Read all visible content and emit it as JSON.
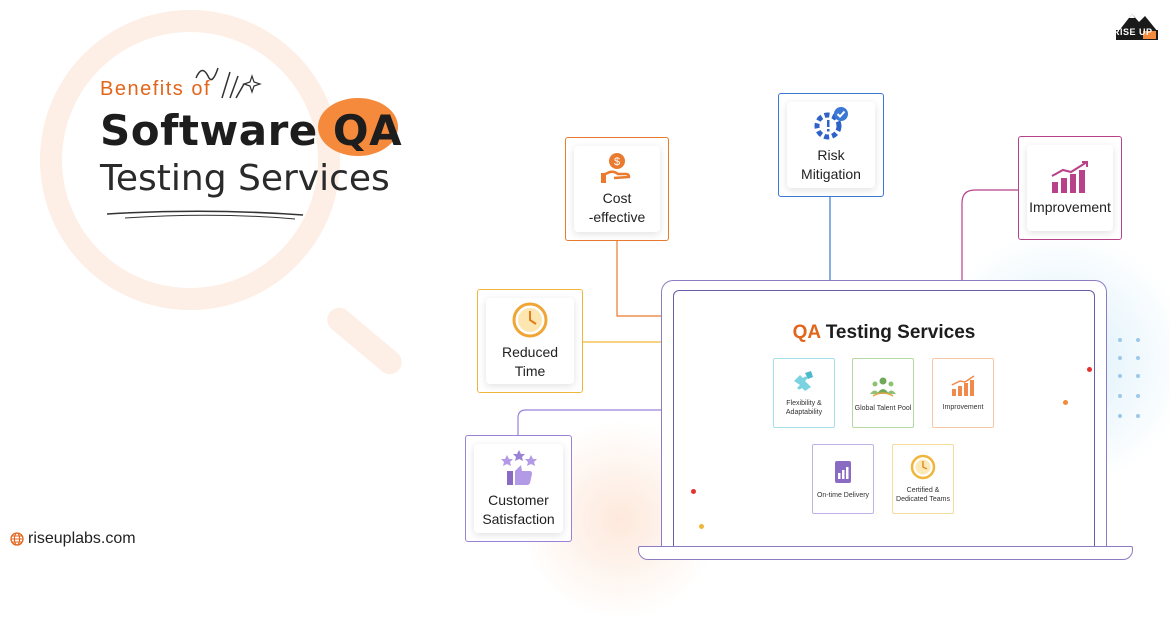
{
  "heading": {
    "kicker": "Benefits of",
    "title": "Software QA",
    "subtitle": "Testing Services"
  },
  "brand": {
    "logo_text": "RISE UP",
    "website": "riseuplabs.com"
  },
  "benefits": [
    {
      "label_line1": "Cost",
      "label_line2": "-effective",
      "icon": "dollar-hand-icon",
      "color": "#e97a2e"
    },
    {
      "label_line1": "Risk",
      "label_line2": "Mitigation",
      "icon": "gear-check-icon",
      "color": "#3a78d6"
    },
    {
      "label_line1": "Improvement",
      "label_line2": "",
      "icon": "growth-chart-icon",
      "color": "#b8418a"
    },
    {
      "label_line1": "Reduced",
      "label_line2": "Time",
      "icon": "clock-icon",
      "color": "#f0b63c"
    },
    {
      "label_line1": "Customer",
      "label_line2": "Satisfaction",
      "icon": "thumbs-up-stars-icon",
      "color": "#9a82d6"
    }
  ],
  "laptop": {
    "title_accent": "QA",
    "title_rest": "Testing Services",
    "features": [
      {
        "label": "Flexibility & Adaptability",
        "icon": "puzzle-icon",
        "color": "#7cd3e0"
      },
      {
        "label": "Global Talent Pool",
        "icon": "team-icon",
        "color": "#8cc176"
      },
      {
        "label": "Improvement",
        "icon": "bar-growth-icon",
        "color": "#f0a57a"
      },
      {
        "label": "On-time Delivery",
        "icon": "document-chart-icon",
        "color": "#8a6bc4"
      },
      {
        "label": "Certified & Dedicated Teams",
        "icon": "certified-clock-icon",
        "color": "#f0c86e"
      }
    ]
  },
  "colors": {
    "accent": "#e2651b",
    "brand_orange": "#f58a3c",
    "laptop_purple": "#8e7cc3"
  }
}
